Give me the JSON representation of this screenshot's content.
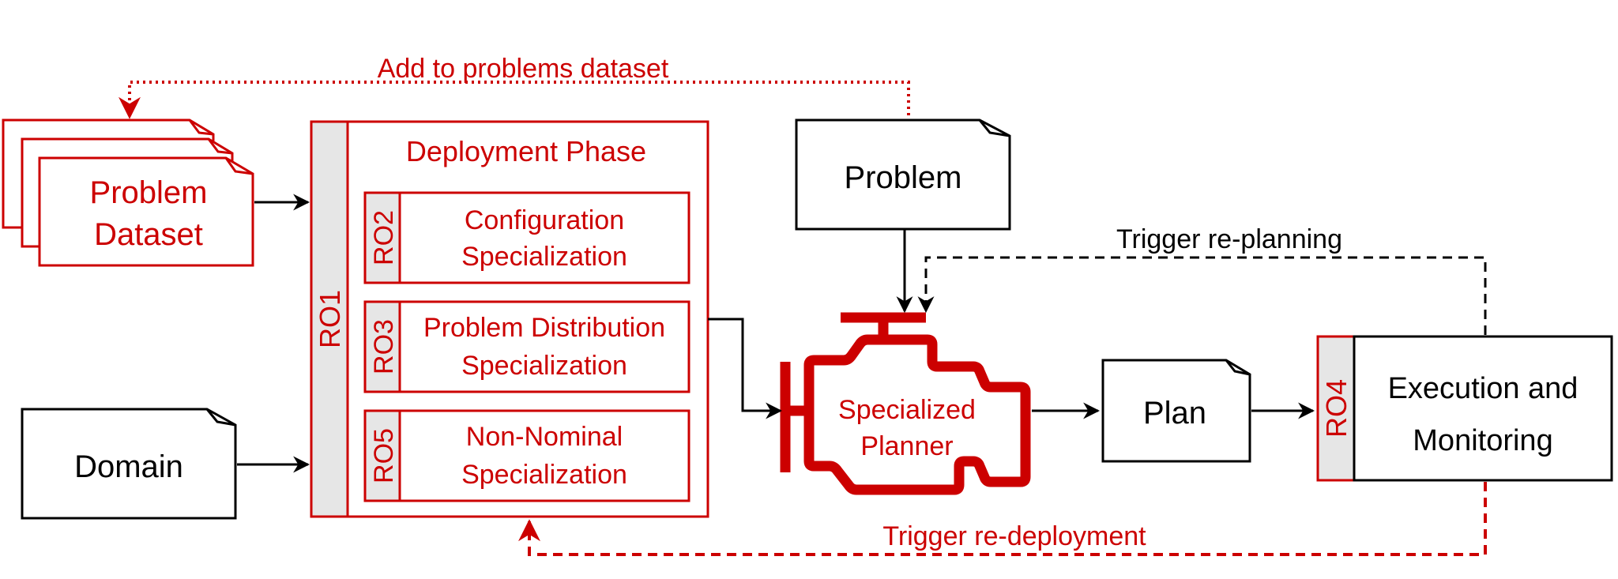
{
  "colors": {
    "accent_red": "#cc0000",
    "black": "#000000",
    "side_band_grey": "#e6e6e6",
    "background": "#ffffff"
  },
  "nodes": {
    "problem_dataset": {
      "line1": "Problem",
      "line2": "Dataset"
    },
    "domain": {
      "label": "Domain"
    },
    "problem": {
      "label": "Problem"
    },
    "plan": {
      "label": "Plan"
    },
    "deployment_phase": {
      "title": "Deployment Phase",
      "side_tag": "RO1",
      "boxes": [
        {
          "tag": "RO2",
          "line1": "Configuration",
          "line2": "Specialization"
        },
        {
          "tag": "RO3",
          "line1": "Problem Distribution",
          "line2": "Specialization"
        },
        {
          "tag": "RO5",
          "line1": "Non-Nominal",
          "line2": "Specialization"
        }
      ]
    },
    "specialized_planner": {
      "line1": "Specialized",
      "line2": "Planner",
      "icon": "engine-icon"
    },
    "execution_monitoring": {
      "tag": "RO4",
      "line1": "Execution and",
      "line2": "Monitoring"
    }
  },
  "edges": {
    "add_to_dataset": "Add to problems dataset",
    "trigger_replanning": "Trigger re-planning",
    "trigger_redeployment": "Trigger re-deployment"
  }
}
